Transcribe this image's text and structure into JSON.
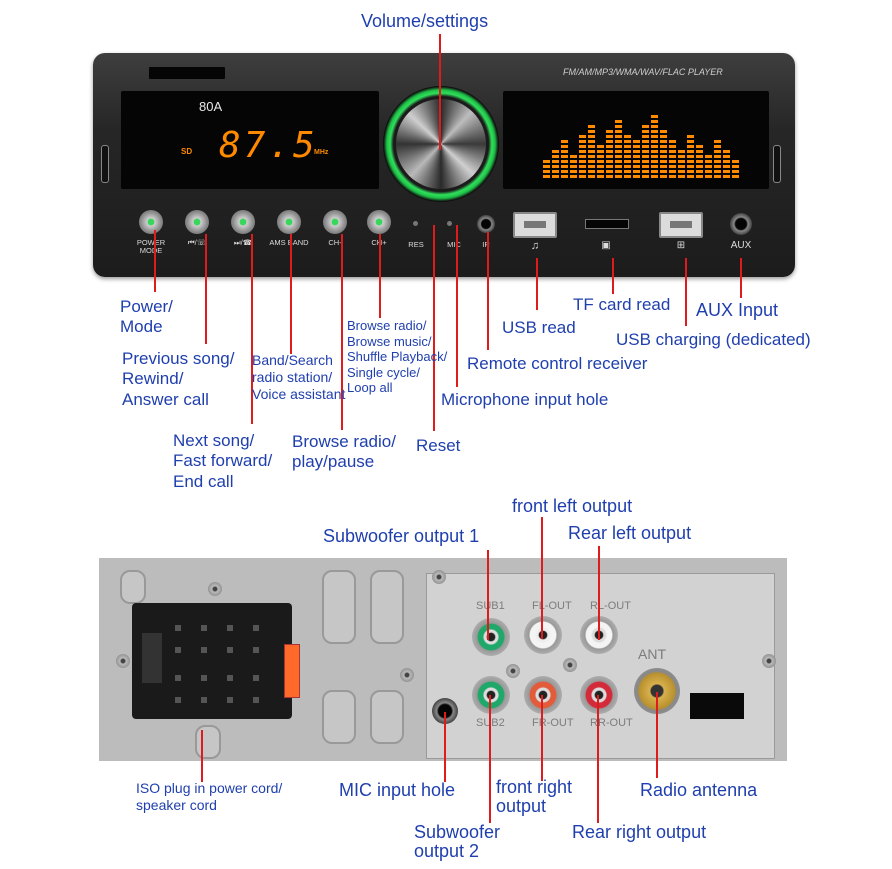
{
  "front": {
    "lcd_channel": "80A",
    "lcd_source": "SD",
    "lcd_frequency": "87.5",
    "lcd_unit": "MHz",
    "player_title": "FM/AM/MP3/WMA/WAV/FLAC PLAYER",
    "buttons": [
      {
        "caption": "POWER MODE"
      },
      {
        "caption": "⏮/☏"
      },
      {
        "caption": "⏭/☎"
      },
      {
        "caption": "AMS BAND"
      },
      {
        "caption": "CH-"
      },
      {
        "caption": "CH+"
      }
    ],
    "res_caption": "RES",
    "mic_caption": "MIC",
    "ir_caption": "IR",
    "usb_music_icon": "music-note-icon",
    "tf_icon": "folder-icon",
    "usb_charge_icon": "battery-icon",
    "aux_caption": "AUX"
  },
  "labels": {
    "volume_settings": "Volume/settings",
    "power_mode": [
      "Power/",
      "Mode"
    ],
    "previous_song": [
      "Previous song/",
      "Rewind/",
      "Answer call"
    ],
    "band_search": [
      "Band/Search",
      "radio station/",
      "Voice assistant"
    ],
    "browse_music": [
      "Browse radio/",
      "Browse music/",
      "Shuffle Playback/",
      "Single cycle/",
      "Loop all"
    ],
    "next_song": [
      "Next song/",
      "Fast forward/",
      "End call"
    ],
    "browse_radio_play": [
      "Browse radio/",
      "play/pause"
    ],
    "reset": "Reset",
    "microphone_input": "Microphone input hole",
    "remote_receiver": "Remote control receiver",
    "usb_read": "USB read",
    "tf_card_read": "TF card read",
    "aux_input": "AUX Input",
    "usb_charging": "USB charging (dedicated)",
    "front_left_output": "front left output",
    "subwoofer_output_1": "Subwoofer output 1",
    "rear_left_output": "Rear left output",
    "iso_plug": [
      "ISO plug in power cord/",
      "speaker cord"
    ],
    "mic_input_hole": "MIC input hole",
    "front_right_output": [
      "front right",
      "output"
    ],
    "subwoofer_output_2": [
      "Subwoofer",
      "output 2"
    ],
    "radio_antenna": "Radio antenna",
    "rear_right_output": "Rear right output"
  },
  "back": {
    "sub1": "SUB1",
    "fl_out": "FL-OUT",
    "rl_out": "RL-OUT",
    "sub2": "SUB2",
    "fr_out": "FR-OUT",
    "rr_out": "RR-OUT",
    "ant": "ANT"
  },
  "colors": {
    "label": "#1f3fae",
    "leader": "#e01b1b",
    "lcd_orange": "#ff8a00",
    "button_green": "#39d65c"
  }
}
